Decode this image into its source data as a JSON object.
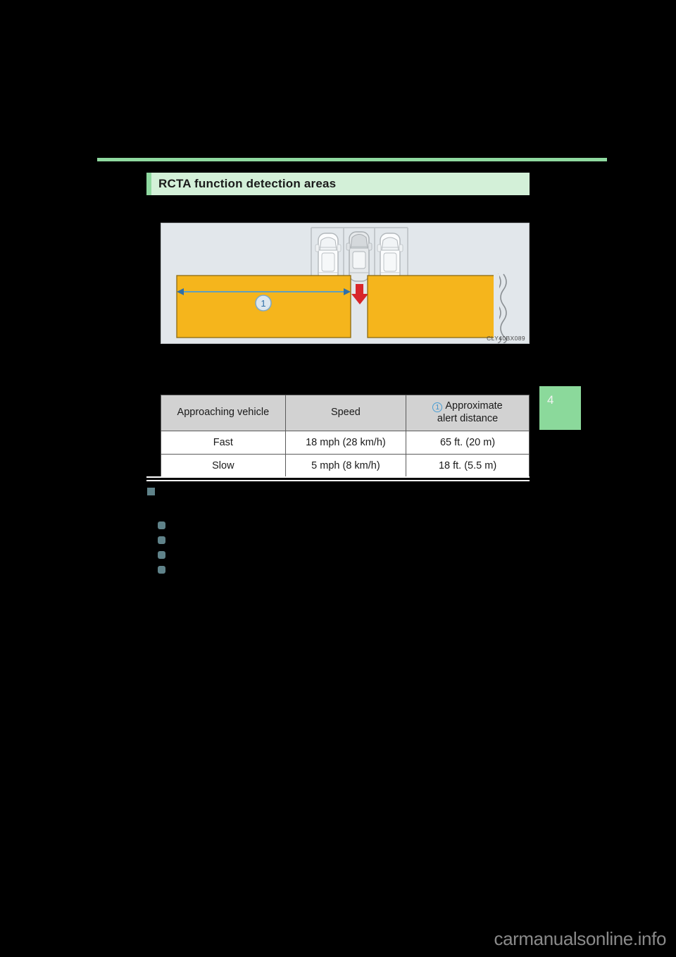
{
  "page": {
    "background_color": "#000000",
    "chapter_tab": {
      "number": "4",
      "color": "#8bd99b"
    },
    "watermark": "carmanualsonline.info"
  },
  "heading": {
    "title": "RCTA function detection areas",
    "bar_color": "#d3f0d8",
    "accent_color": "#8fd9a0"
  },
  "figure": {
    "image_code": "CLY40BX089",
    "background_color": "#e2e7eb",
    "detection_area_color": "#f5b51c",
    "arrow_color": "#d8262a",
    "callout": {
      "number": "1",
      "outline_color": "#4a9ed4"
    },
    "description": "Overhead view of a vehicle reversing out of a parking space between two parked vehicles, with yellow rear cross traffic detection areas extending left and right",
    "parked_vehicles": 3,
    "reversing_vehicle_position": "center"
  },
  "table": {
    "columns": [
      {
        "key": "vehicle",
        "label": "Approaching vehicle"
      },
      {
        "key": "speed",
        "label": "Speed"
      },
      {
        "key": "distance",
        "label": "Approximate\nalert distance",
        "callout": "1",
        "label_line1": "Approximate",
        "label_line2": "alert distance"
      }
    ],
    "rows": [
      {
        "vehicle": "Fast",
        "speed": "18 mph (28 km/h)",
        "distance": "65 ft. (20 m)"
      },
      {
        "vehicle": "Slow",
        "speed": "5 mph (8 km/h)",
        "distance": "18 ft. (5.5 m)"
      }
    ],
    "header_background": "#d2d2d2"
  },
  "notes": {
    "heading": "",
    "marker_color": "#5f8289",
    "bullets": [
      "",
      "",
      "",
      ""
    ]
  }
}
